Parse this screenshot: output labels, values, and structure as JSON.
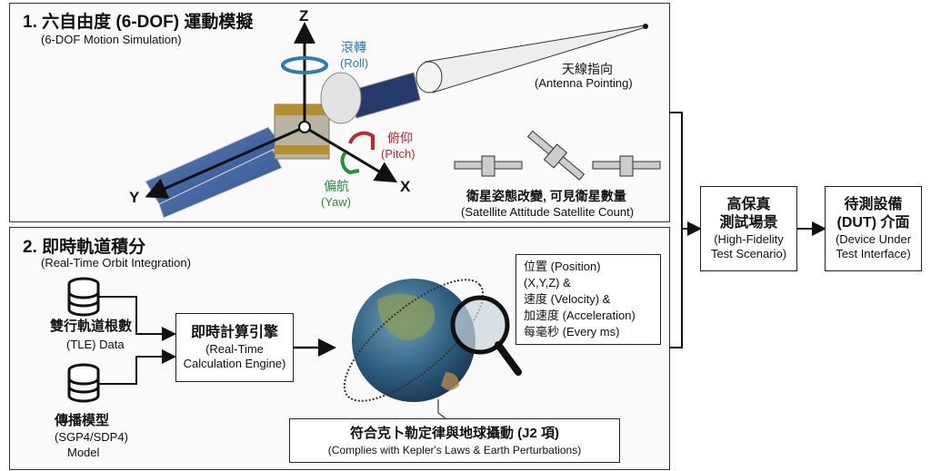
{
  "panel1": {
    "title": "1. 六自由度 (6-DOF) 運動模擬",
    "subtitle": "(6-DOF Motion Simulation)",
    "axes": {
      "z": "Z",
      "y": "Y",
      "x": "X"
    },
    "roll": {
      "zh": "滾轉",
      "en": "(Roll)"
    },
    "pitch": {
      "zh": "俯仰",
      "en": "(Pitch)"
    },
    "yaw": {
      "zh": "偏航",
      "en": "(Yaw)"
    },
    "antenna": {
      "zh": "天線指向",
      "en": "(Antenna Pointing)"
    },
    "attitude": {
      "zh": "衛星姿態改變, 可見衛星數量",
      "en": "(Satellite Attitude Satellite Count)"
    }
  },
  "panel2": {
    "title": "2. 即時軌道積分",
    "subtitle": "(Real-Time Orbit Integration)",
    "tle": {
      "zh": "雙行軌道根數",
      "en": "(TLE) Data"
    },
    "model": {
      "zh": "傳播模型",
      "en1": "(SGP4/SDP4)",
      "en2": "Model"
    },
    "engine": {
      "zh": "即時計算引擎",
      "en1": "(Real-Time",
      "en2": "Calculation Engine)"
    },
    "outputs": [
      "位置 (Position)",
      "(X,Y,Z) &",
      "速度 (Velocity) &",
      "加速度 (Acceleration)",
      "每毫秒 (Every ms)"
    ],
    "kepler": {
      "zh": "符合克卜勒定律與地球攝動 (J2 項)",
      "en": "(Complies with Kepler's Laws & Earth Perturbations)"
    }
  },
  "scenario": {
    "zh1": "高保真",
    "zh2": "測試場景",
    "en1": "(High-Fidelity",
    "en2": "Test Scenario)"
  },
  "dut": {
    "zh1": "待測設備",
    "zh2": "(DUT) 介面",
    "en1": "(Device Under",
    "en2": "Test Interface)"
  },
  "colors": {
    "roll": "#2d7ab5",
    "pitch": "#c8232c",
    "yaw": "#23913f"
  }
}
